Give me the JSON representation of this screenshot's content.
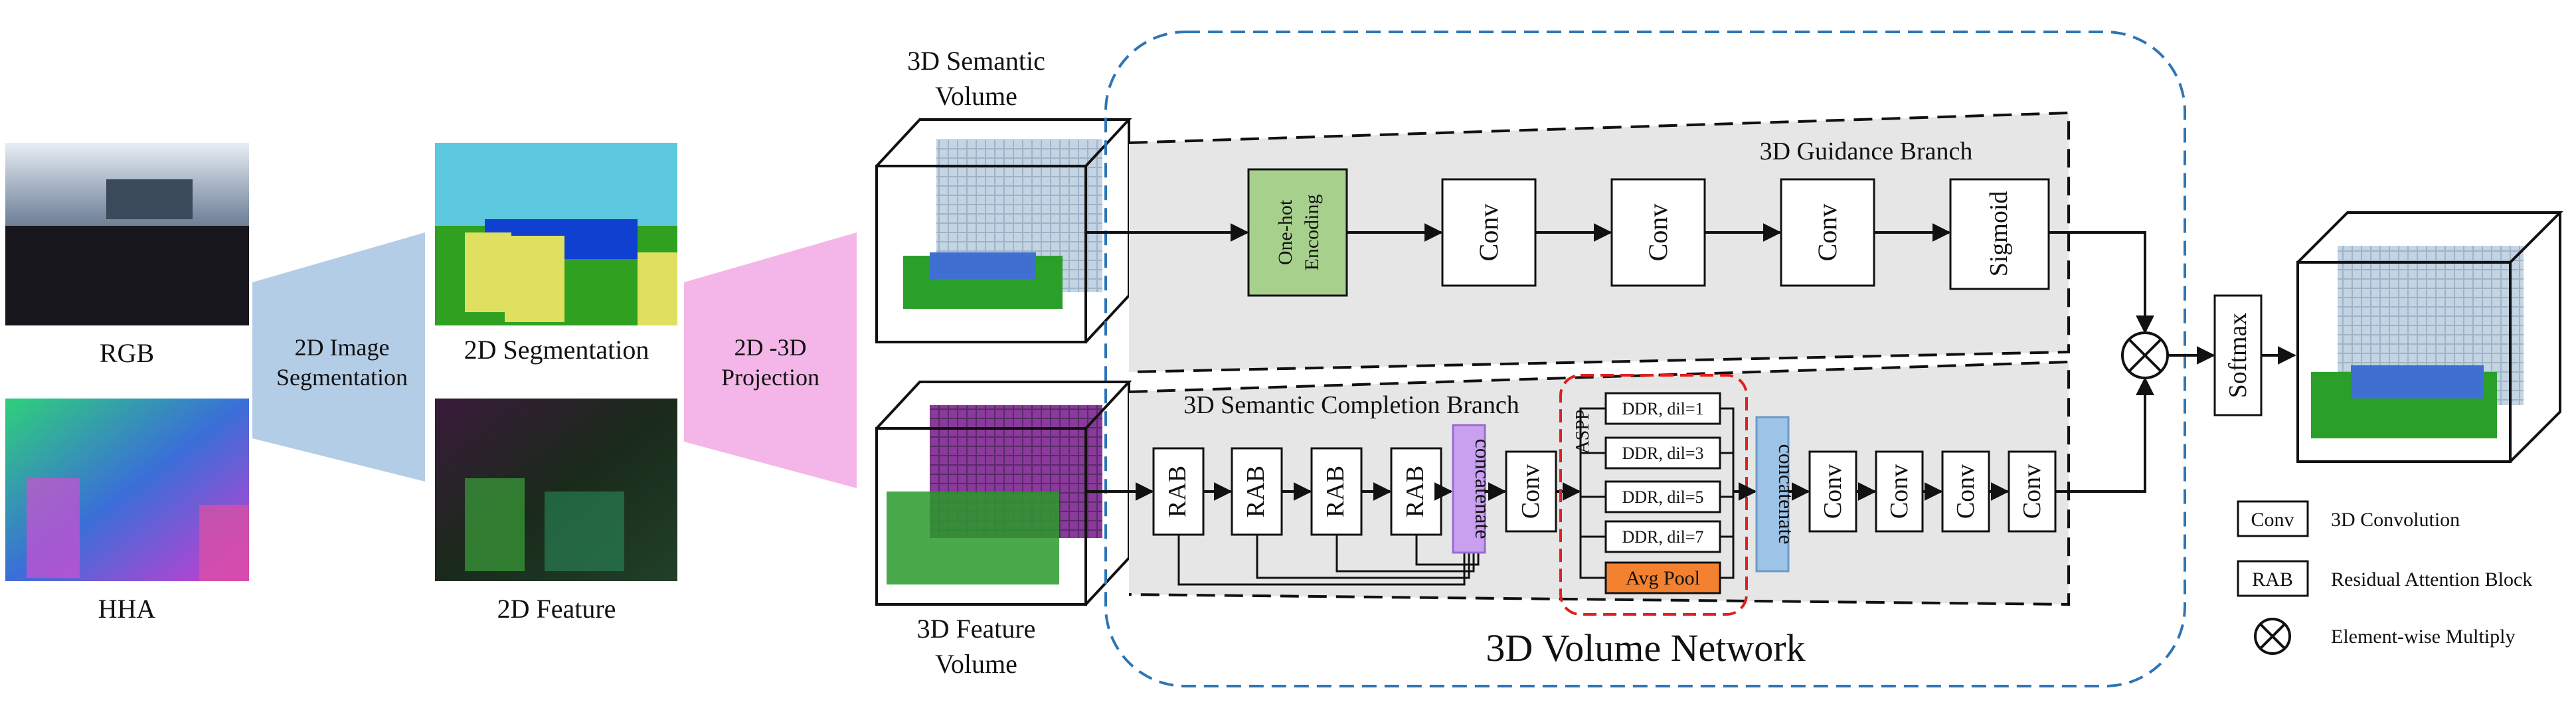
{
  "input_images": {
    "rgb_label": "RGB",
    "hha_label": "HHA",
    "seg_label": "2D Segmentation",
    "feature_label": "2D Feature"
  },
  "stages": {
    "image_segmentation": [
      "2D Image",
      "Segmentation"
    ],
    "projection": [
      "2D -3D",
      "Projection"
    ]
  },
  "volumes": {
    "semantic_volume": [
      "3D Semantic",
      "Volume"
    ],
    "feature_volume": [
      "3D Feature",
      "Volume"
    ]
  },
  "network": {
    "title": "3D Volume Network",
    "guidance_branch": {
      "title": "3D Guidance Branch",
      "encoding_label": [
        "One-hot",
        "Encoding"
      ],
      "conv_labels": [
        "Conv",
        "Conv",
        "Conv"
      ],
      "sigmoid_label": "Sigmoid"
    },
    "completion_branch": {
      "title": "3D Semantic Completion Branch",
      "rab_labels": [
        "RAB",
        "RAB",
        "RAB",
        "RAB"
      ],
      "concat_label": "concatenate",
      "conv_label": "Conv",
      "aspp_label": "ASPP",
      "ddr_labels": [
        "DDR, dil=1",
        "DDR, dil=3",
        "DDR, dil=5",
        "DDR, dil=7"
      ],
      "avgpool_label": "Avg Pool",
      "concat2_label": "concatenate",
      "final_conv_labels": [
        "Conv",
        "Conv",
        "Conv",
        "Conv"
      ]
    }
  },
  "softmax_label": "Softmax",
  "legend": {
    "conv_key": "Conv",
    "conv_desc": "3D Convolution",
    "rab_key": "RAB",
    "rab_desc": "Residual Attention Block",
    "multiply_desc": "Element-wise Multiply"
  },
  "colors": {
    "encoding_fill": "#a8d08d",
    "concat_fill": "#c9a0f0",
    "concat2_fill": "#9dc3e6",
    "avgpool_fill": "#f4812f",
    "branch_fill": "#e6e6e6",
    "network_border": "#2e75b6",
    "aspp_border": "#e02020",
    "seg_trapezoid": "#b4cde6",
    "proj_trapezoid": "#f4b6e8"
  }
}
